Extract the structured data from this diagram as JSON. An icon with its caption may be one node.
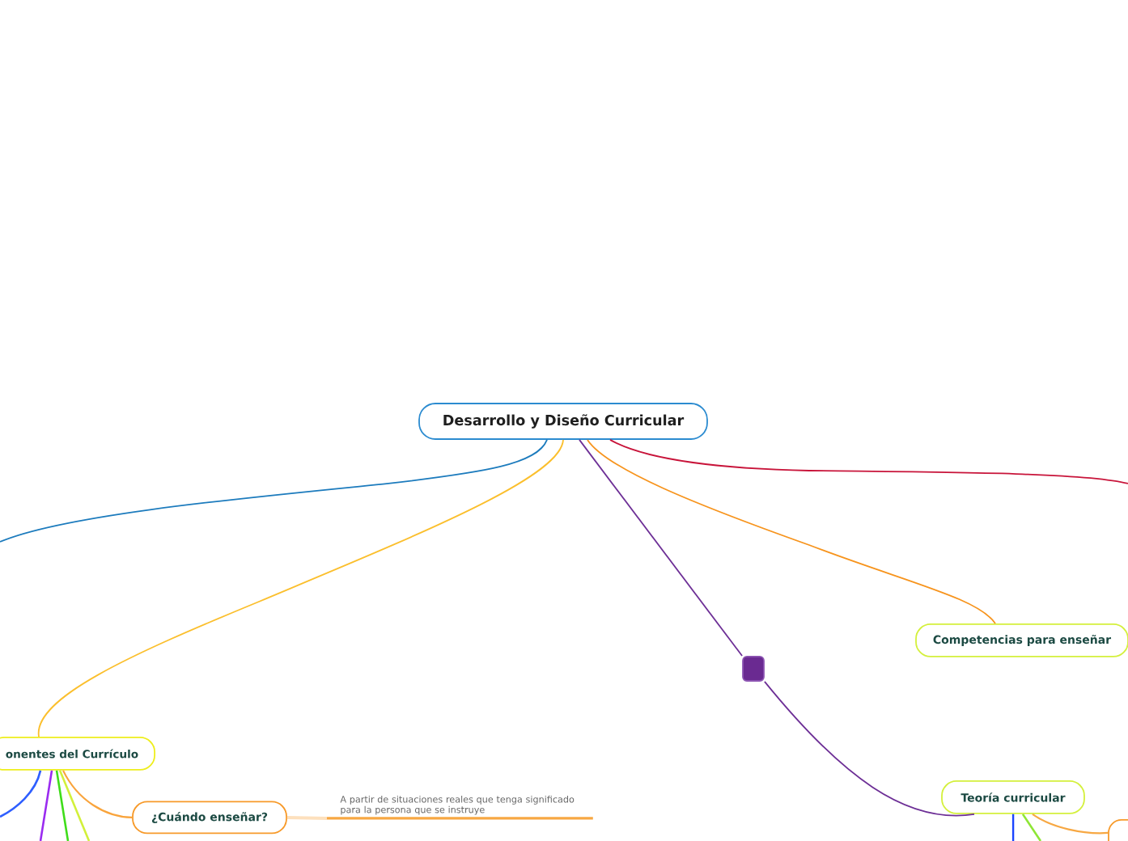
{
  "diagram": {
    "nodes": [
      {
        "text": [
          "Desarrollo y Diseño Curricular"
        ]
      },
      {
        "text": [
          "onentes del Currículo"
        ]
      },
      {
        "text": [
          "¿Cuándo enseñar?"
        ]
      },
      {
        "text": [
          "A partir de situaciones reales que tenga significado para la persona que se instruye"
        ]
      },
      {
        "text": [],
        "shape": "box"
      },
      {
        "text": [
          "Teoría curricular"
        ]
      },
      {
        "text": [
          "Competencias para enseñar"
        ]
      },
      {
        "text": [],
        "shape": "box"
      }
    ],
    "edges": [
      {
        "from": 0,
        "to": null,
        "arrow": "none",
        "color": "#1c7bbd"
      },
      {
        "from": 0,
        "to": 1,
        "arrow": "none",
        "color": "#fbbf2d"
      },
      {
        "from": 0,
        "to": 4,
        "arrow": "none",
        "color": "#6d2f96"
      },
      {
        "from": 4,
        "to": 5,
        "arrow": "none",
        "color": "#6d2f96"
      },
      {
        "from": 0,
        "to": 6,
        "arrow": "none",
        "color": "#f7941d"
      },
      {
        "from": 0,
        "to": null,
        "arrow": "none",
        "color": "#c8143a"
      },
      {
        "from": 1,
        "to": 2,
        "arrow": "none",
        "color": "#f9a43c"
      },
      {
        "from": 2,
        "to": 3,
        "arrow": "none",
        "color": "#fde0bd"
      },
      {
        "from": 1,
        "to": null,
        "arrow": "none",
        "color": "#2f5fff"
      },
      {
        "from": 1,
        "to": null,
        "arrow": "none",
        "color": "#9a2bf0"
      },
      {
        "from": 1,
        "to": null,
        "arrow": "none",
        "color": "#3fdd1a"
      },
      {
        "from": 1,
        "to": null,
        "arrow": "none",
        "color": "#d2f03a"
      },
      {
        "from": 5,
        "to": null,
        "arrow": "none",
        "color": "#1a44ff"
      },
      {
        "from": 5,
        "to": null,
        "arrow": "none",
        "color": "#8ee636"
      },
      {
        "from": 5,
        "to": 7,
        "arrow": "none",
        "color": "#f7a843"
      }
    ]
  }
}
